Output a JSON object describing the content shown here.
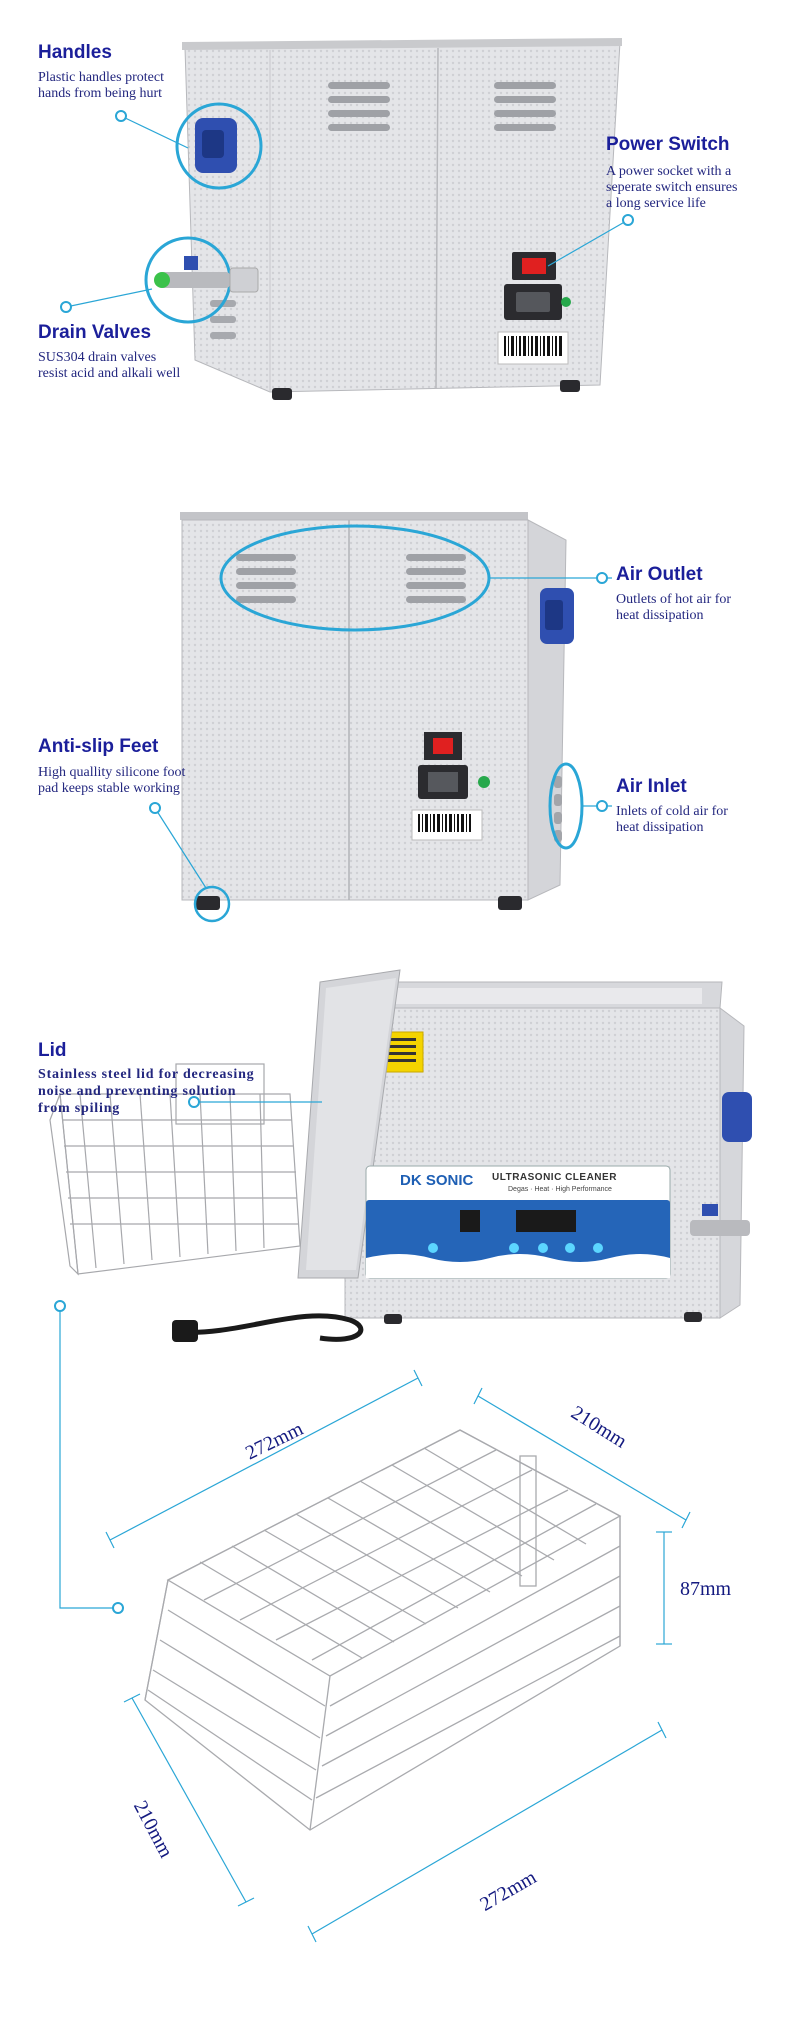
{
  "features": {
    "handles": {
      "title": "Handles",
      "desc_lines": [
        "Plastic handles protect",
        "hands from being hurt"
      ]
    },
    "drain_valves": {
      "title": "Drain Valves",
      "desc_lines": [
        "SUS304 drain valves",
        "resist acid and alkali well"
      ]
    },
    "power_switch": {
      "title": "Power Switch",
      "desc_lines": [
        "A power socket with a",
        "seperate switch ensures",
        "a long service life"
      ]
    },
    "air_outlet": {
      "title": "Air Outlet",
      "desc_lines": [
        "Outlets of hot air for",
        "heat dissipation"
      ]
    },
    "anti_slip_feet": {
      "title": "Anti-slip Feet",
      "desc_lines": [
        "High quallity silicone foot",
        "pad keeps stable working"
      ]
    },
    "air_inlet": {
      "title": "Air Inlet",
      "desc_lines": [
        "Inlets of cold air for",
        "heat dissipation"
      ]
    },
    "lid": {
      "title": "Lid",
      "desc_lines": [
        "Stainless steel lid for decreasing",
        "noise and preventing solution",
        "from spiling"
      ]
    }
  },
  "product": {
    "brand": "DK SONIC",
    "panel_title": "ULTRASONIC CLEANER",
    "panel_subtitle": "Degas · Heat · High Performance"
  },
  "basket_dimensions": {
    "top_length": "272mm",
    "top_width": "210mm",
    "height": "87mm",
    "bottom_width": "210mm",
    "bottom_length": "272mm"
  },
  "colors": {
    "accent": "#2aa6d6",
    "title": "#1b1f9a",
    "steel": "#d9dadd",
    "handle": "#2f4fb0",
    "panel": "#2565b8"
  }
}
